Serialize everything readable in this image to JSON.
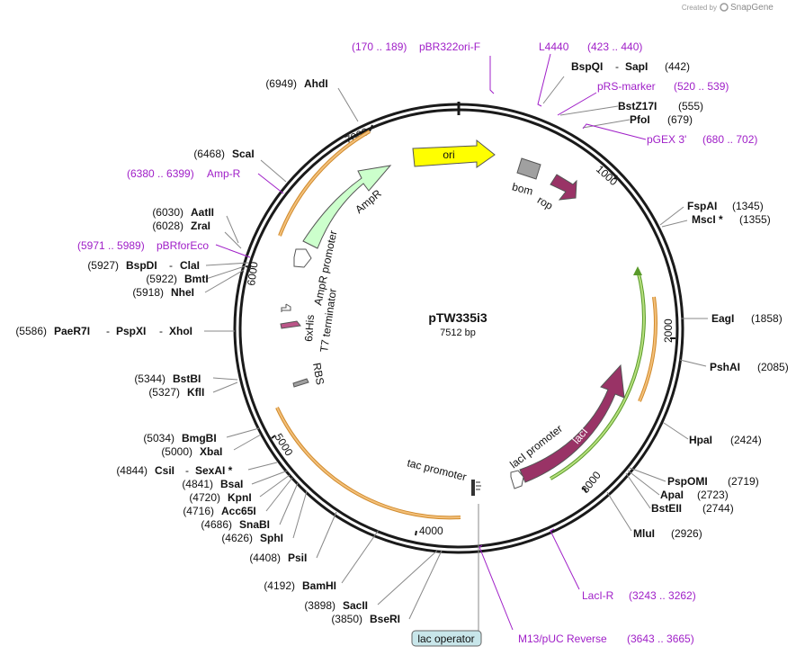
{
  "credit": {
    "prefix": "Created by",
    "brand": "SnapGene"
  },
  "plasmid": {
    "name": "pTW335i3",
    "size_label": "7512 bp"
  },
  "ticks": [
    "1000",
    "2000",
    "3000",
    "4000",
    "5000",
    "6000",
    "7000"
  ],
  "sites": [
    {
      "pos": "(6949)",
      "name": "AhdI"
    },
    {
      "pos": "(6468)",
      "name": "ScaI"
    },
    {
      "pos": "(6030)",
      "name": "AatII"
    },
    {
      "pos": "(6028)",
      "name": "ZraI"
    },
    {
      "pos": "(5927)",
      "name": "BspDI",
      "name2": "ClaI"
    },
    {
      "pos": "(5922)",
      "name": "BmtI"
    },
    {
      "pos": "(5918)",
      "name": "NheI"
    },
    {
      "pos": "(5586)",
      "name": "PaeR7I",
      "name2": "PspXI",
      "name3": "XhoI"
    },
    {
      "pos": "(5344)",
      "name": "BstBI"
    },
    {
      "pos": "(5327)",
      "name": "KflI"
    },
    {
      "pos": "(5034)",
      "name": "BmgBI"
    },
    {
      "pos": "(5000)",
      "name": "XbaI"
    },
    {
      "pos": "(4844)",
      "name": "CsiI",
      "name2": "SexAI *"
    },
    {
      "pos": "(4841)",
      "name": "BsaI"
    },
    {
      "pos": "(4720)",
      "name": "KpnI"
    },
    {
      "pos": "(4716)",
      "name": "Acc65I"
    },
    {
      "pos": "(4686)",
      "name": "SnaBI"
    },
    {
      "pos": "(4626)",
      "name": "SphI"
    },
    {
      "pos": "(4408)",
      "name": "PsiI"
    },
    {
      "pos": "(4192)",
      "name": "BamHI"
    },
    {
      "pos": "(3898)",
      "name": "SacII"
    },
    {
      "pos": "(3850)",
      "name": "BseRI"
    },
    {
      "pos": "(442)",
      "name": "BspQI",
      "name2": "SapI"
    },
    {
      "pos": "(555)",
      "name": "BstZ17I"
    },
    {
      "pos": "(679)",
      "name": "PfoI"
    },
    {
      "pos": "(1345)",
      "name": "FspAI"
    },
    {
      "pos": "(1355)",
      "name": "MscI *"
    },
    {
      "pos": "(1858)",
      "name": "EagI"
    },
    {
      "pos": "(2085)",
      "name": "PshAI"
    },
    {
      "pos": "(2424)",
      "name": "HpaI"
    },
    {
      "pos": "(2719)",
      "name": "PspOMI"
    },
    {
      "pos": "(2723)",
      "name": "ApaI"
    },
    {
      "pos": "(2744)",
      "name": "BstEII"
    },
    {
      "pos": "(2926)",
      "name": "MluI"
    }
  ],
  "primers": [
    {
      "range": "(170 .. 189)",
      "name": "pBR322ori-F"
    },
    {
      "name": "L4440",
      "range": "(423 .. 440)"
    },
    {
      "name": "pRS-marker",
      "range": "(520 .. 539)"
    },
    {
      "name": "pGEX 3'",
      "range": "(680 .. 702)"
    },
    {
      "range": "(6380 .. 6399)",
      "name": "Amp-R"
    },
    {
      "range": "(5971 .. 5989)",
      "name": "pBRforEco"
    },
    {
      "name": "LacI-R",
      "range": "(3243 .. 3262)"
    },
    {
      "name": "M13/pUC Reverse",
      "range": "(3643 .. 3665)"
    }
  ],
  "features": {
    "ori": "ori",
    "bom": "bom",
    "rop": "rop",
    "ampr": "AmpR",
    "ampr_promoter": "AmpR promoter",
    "t7_terminator": "T7 terminator",
    "his": "6xHis",
    "rbs": "RBS",
    "laci": "lacI",
    "laci_promoter": "lacI promoter",
    "tac_promoter": "tac promoter",
    "lac_operator": "lac operator"
  },
  "colors": {
    "backbone": "#1a1a1a",
    "ori": "#ffff00",
    "ampr": "#ccffcc",
    "laci": "#993366",
    "primer": "#a020c8",
    "orange_track": "#e8a040",
    "green_track": "#88cc44",
    "operator": "#c8e6ea"
  }
}
